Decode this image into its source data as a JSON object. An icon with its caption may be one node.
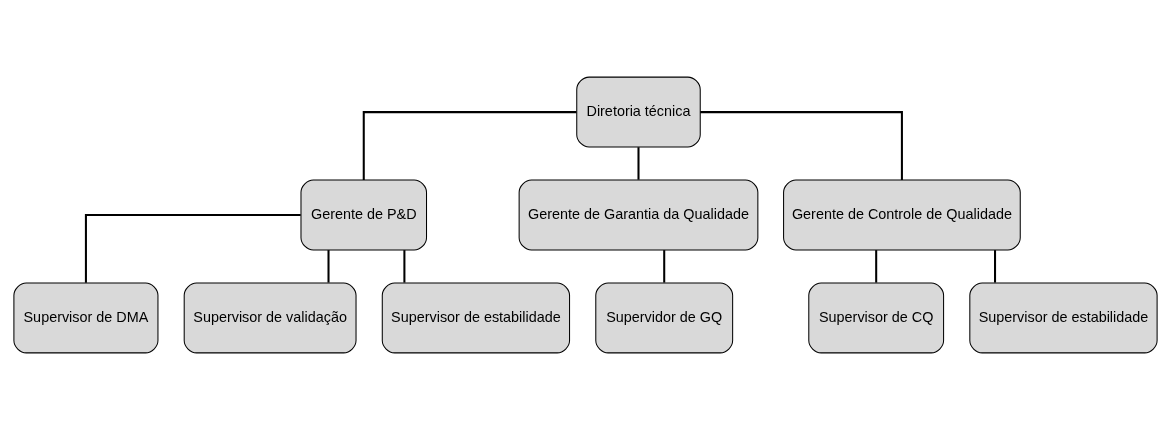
{
  "diagram": {
    "nodes": [
      {
        "text": [
          "Diretoria técnica"
        ]
      },
      {
        "text": [
          "Gerente de P&D"
        ]
      },
      {
        "text": [
          "Gerente de Garantia da Qualidade"
        ]
      },
      {
        "text": [
          "Gerente de Controle de Qualidade"
        ]
      },
      {
        "text": [
          "Supervisor de DMA"
        ]
      },
      {
        "text": [
          "Supervisor de validação"
        ]
      },
      {
        "text": [
          "Supervisor de estabilidade"
        ]
      },
      {
        "text": [
          "Supervidor de GQ"
        ]
      },
      {
        "text": [
          "Supervisor de CQ"
        ]
      },
      {
        "text": [
          "Supervisor de estabilidade"
        ]
      }
    ],
    "edges": [
      {
        "from": 0,
        "to": 1,
        "arrow": "none"
      },
      {
        "from": 0,
        "to": 2,
        "arrow": "none"
      },
      {
        "from": 0,
        "to": 3,
        "arrow": "none"
      },
      {
        "from": 1,
        "to": 4,
        "arrow": "none"
      },
      {
        "from": 1,
        "to": 5,
        "arrow": "none"
      },
      {
        "from": 1,
        "to": 6,
        "arrow": "none"
      },
      {
        "from": 2,
        "to": 7,
        "arrow": "none"
      },
      {
        "from": 3,
        "to": 8,
        "arrow": "none"
      },
      {
        "from": 3,
        "to": 9,
        "arrow": "none"
      }
    ]
  }
}
